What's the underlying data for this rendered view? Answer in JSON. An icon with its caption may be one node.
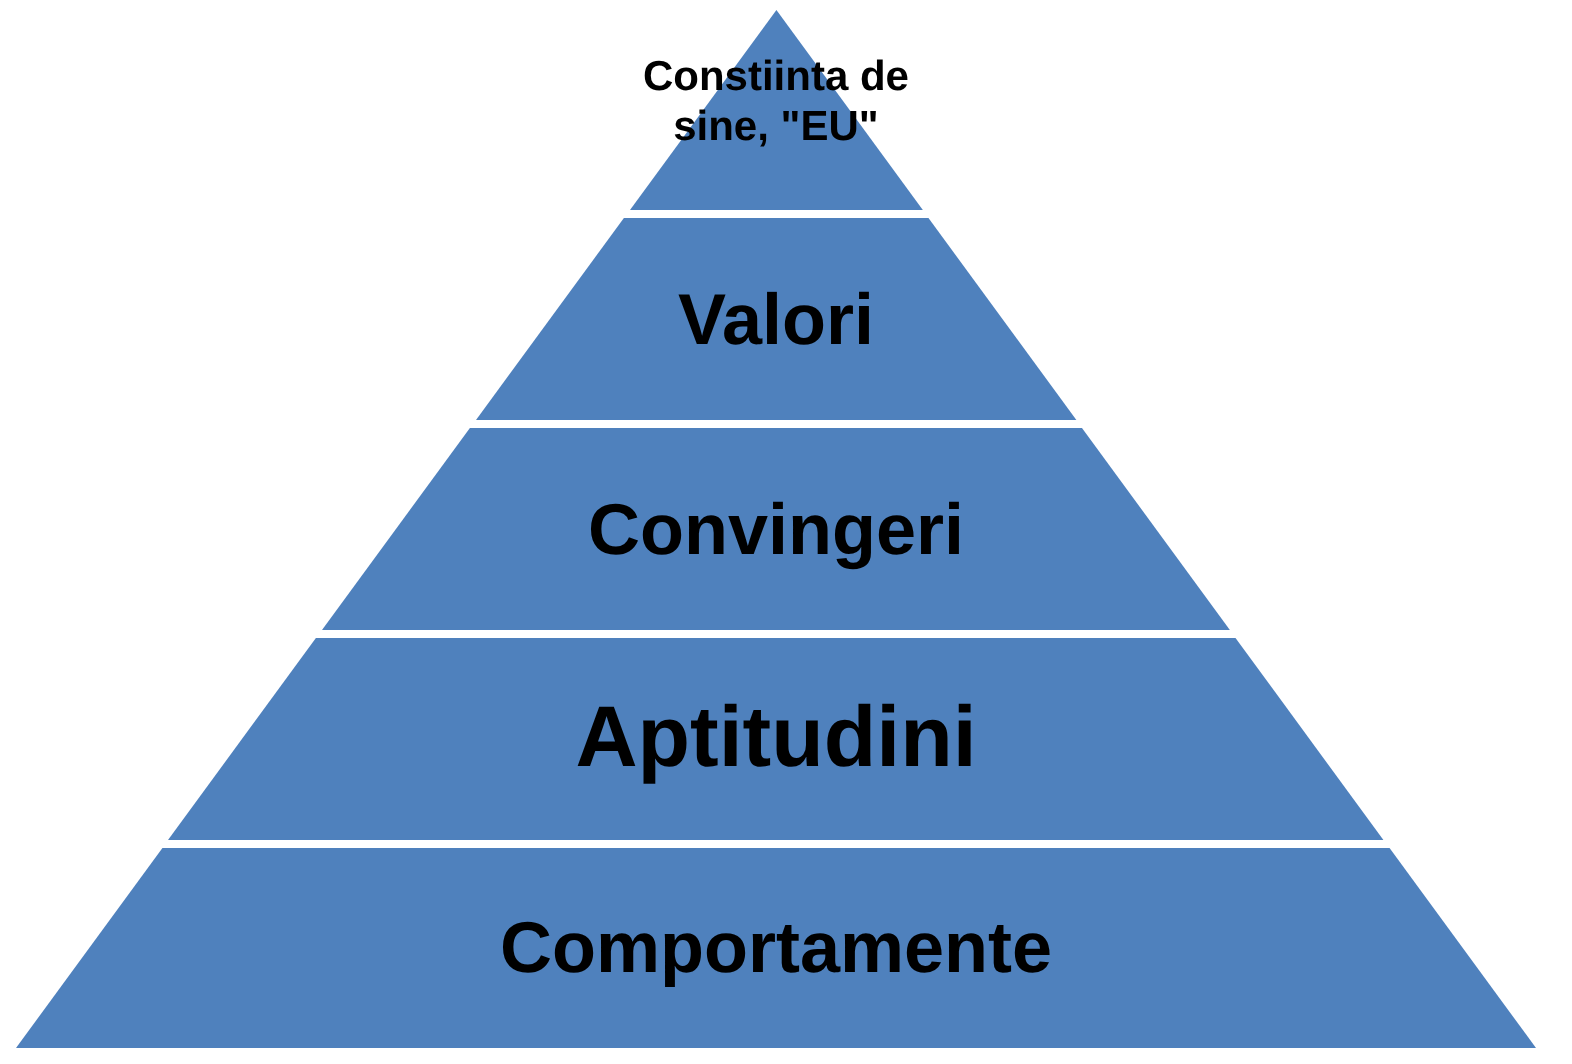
{
  "diagram": {
    "nodes": [
      {
        "text": [
          "Constiinta de sine, \"EU\""
        ]
      },
      {
        "text": [
          "Valori"
        ]
      },
      {
        "text": [
          "Convingeri"
        ]
      },
      {
        "text": [
          "Aptitudini"
        ]
      },
      {
        "text": [
          "Comportamente"
        ]
      }
    ]
  }
}
